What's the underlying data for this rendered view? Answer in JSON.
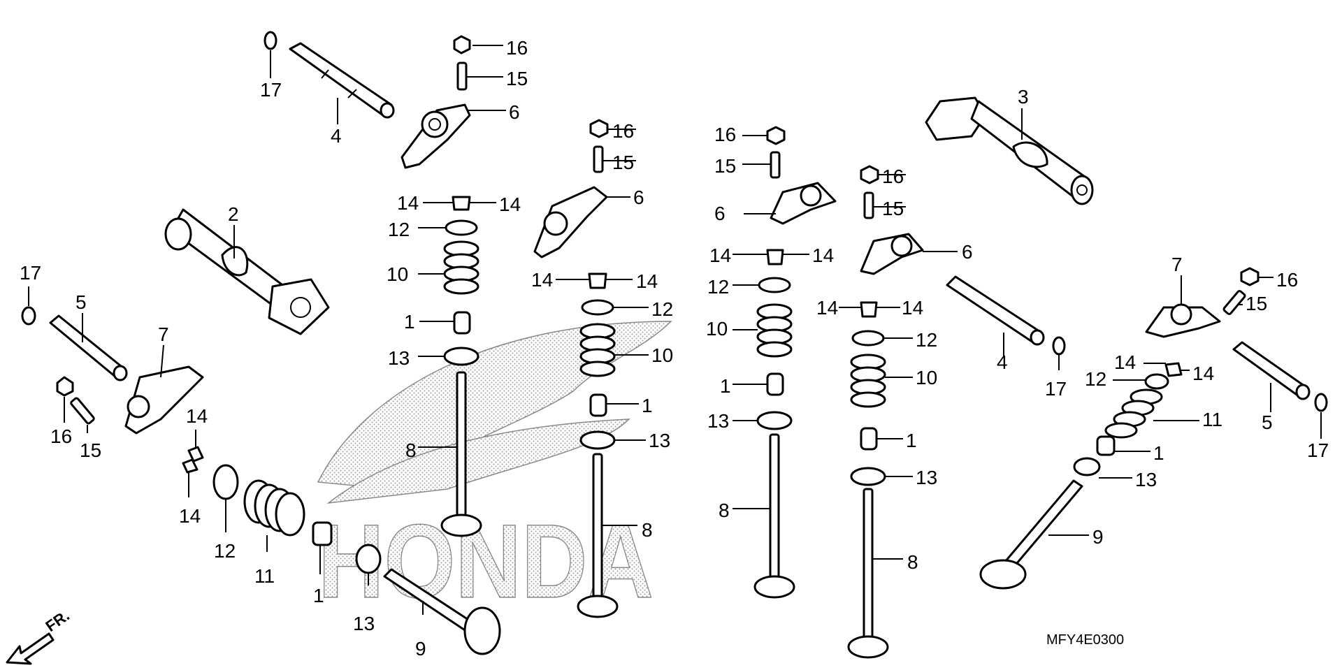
{
  "diagram": {
    "code": "MFY4E0300",
    "direction_label": "FR.",
    "watermark": "HONDA",
    "callouts": [
      {
        "n": "17"
      },
      {
        "n": "4"
      },
      {
        "n": "16"
      },
      {
        "n": "15"
      },
      {
        "n": "6"
      },
      {
        "n": "16"
      },
      {
        "n": "15"
      },
      {
        "n": "6"
      },
      {
        "n": "16"
      },
      {
        "n": "15"
      },
      {
        "n": "6"
      },
      {
        "n": "16"
      },
      {
        "n": "15"
      },
      {
        "n": "6"
      },
      {
        "n": "3"
      },
      {
        "n": "2"
      },
      {
        "n": "17"
      },
      {
        "n": "5"
      },
      {
        "n": "7"
      },
      {
        "n": "16"
      },
      {
        "n": "15"
      },
      {
        "n": "14"
      },
      {
        "n": "14"
      },
      {
        "n": "12"
      },
      {
        "n": "11"
      },
      {
        "n": "1"
      },
      {
        "n": "13"
      },
      {
        "n": "9"
      },
      {
        "n": "14"
      },
      {
        "n": "14"
      },
      {
        "n": "12"
      },
      {
        "n": "10"
      },
      {
        "n": "1"
      },
      {
        "n": "13"
      },
      {
        "n": "8"
      },
      {
        "n": "14"
      },
      {
        "n": "14"
      },
      {
        "n": "12"
      },
      {
        "n": "10"
      },
      {
        "n": "1"
      },
      {
        "n": "13"
      },
      {
        "n": "8"
      },
      {
        "n": "14"
      },
      {
        "n": "14"
      },
      {
        "n": "12"
      },
      {
        "n": "10"
      },
      {
        "n": "1"
      },
      {
        "n": "13"
      },
      {
        "n": "8"
      },
      {
        "n": "14"
      },
      {
        "n": "14"
      },
      {
        "n": "12"
      },
      {
        "n": "10"
      },
      {
        "n": "1"
      },
      {
        "n": "13"
      },
      {
        "n": "8"
      },
      {
        "n": "4"
      },
      {
        "n": "17"
      },
      {
        "n": "7"
      },
      {
        "n": "16"
      },
      {
        "n": "15"
      },
      {
        "n": "14"
      },
      {
        "n": "14"
      },
      {
        "n": "12"
      },
      {
        "n": "11"
      },
      {
        "n": "1"
      },
      {
        "n": "13"
      },
      {
        "n": "9"
      },
      {
        "n": "5"
      },
      {
        "n": "17"
      }
    ]
  }
}
